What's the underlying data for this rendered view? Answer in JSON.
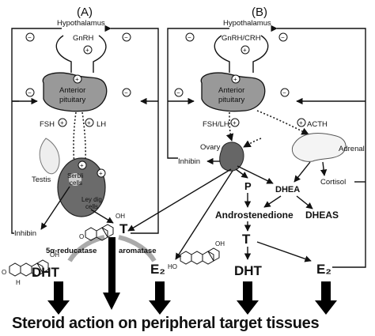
{
  "panel_a": {
    "label": "(A)",
    "hypothalamus": "Hypothalamus",
    "gnrh": "GnRH",
    "anterior": "Anterior",
    "pituitary": "pituitary",
    "fsh": "FSH",
    "lh": "LH",
    "testis": "Testis",
    "sertoli_1": "Serbli",
    "sertoli_2": "cells",
    "leydig_1": "Ley dig",
    "leydig_2": "cells",
    "inhibin": "Inhibin",
    "t": "T",
    "reductase": "5α-reducatase",
    "aromatase": "aromatase",
    "dht": "DHT",
    "e2": "E₂",
    "oh1": "OH",
    "o1": "O",
    "h1": "H",
    "oh2": "OH",
    "o2": "O",
    "oh3": "OH",
    "ho3": "HO"
  },
  "panel_b": {
    "label": "(B)",
    "hypothalamus": "Hypothalamus",
    "gnrh_crh": "GnRH/CRH",
    "anterior": "Anterior",
    "pituitary": "pituitary",
    "fsh_lh": "FSH/LH",
    "acth": "ACTH",
    "ovary": "Ovary",
    "adrenal": "Adrenal",
    "inhibin": "Inhibin",
    "cortisol": "Cortisol",
    "p": "P",
    "dhea": "DHEA",
    "androstenedione": "Androstenedione",
    "dheas": "DHEAS",
    "t": "T",
    "dht": "DHT",
    "e2": "E₂"
  },
  "signs": {
    "plus": "+",
    "minus": "−"
  },
  "footer": "Steroid action on peripheral target tissues"
}
